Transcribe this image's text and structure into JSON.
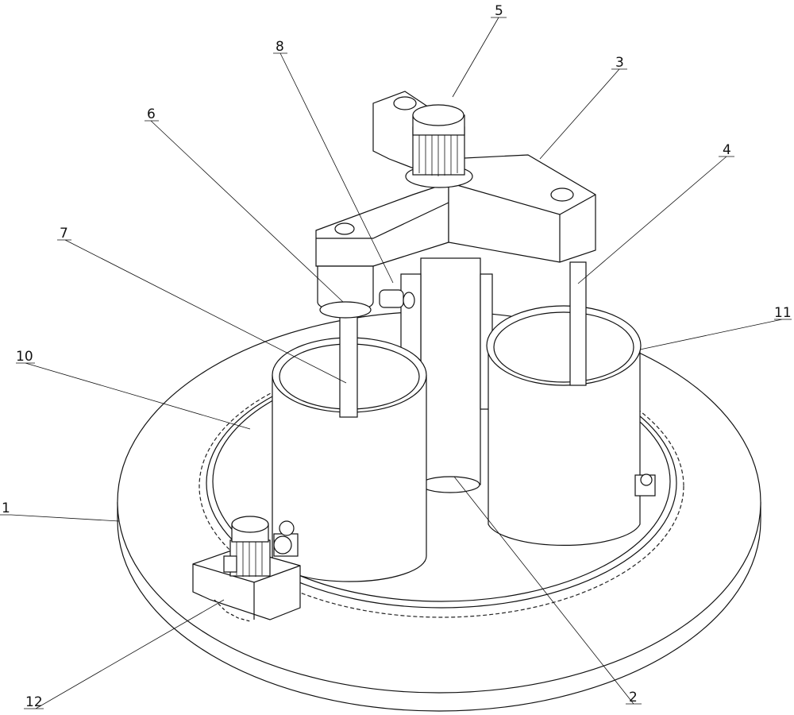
{
  "figure": {
    "callouts": [
      {
        "id": "c1",
        "text": "1"
      },
      {
        "id": "c2",
        "text": "2"
      },
      {
        "id": "c3",
        "text": "3"
      },
      {
        "id": "c4",
        "text": "4"
      },
      {
        "id": "c5",
        "text": "5"
      },
      {
        "id": "c6",
        "text": "6"
      },
      {
        "id": "c7",
        "text": "7"
      },
      {
        "id": "c8",
        "text": "8"
      },
      {
        "id": "c10",
        "text": "10"
      },
      {
        "id": "c11",
        "text": "11"
      },
      {
        "id": "c12",
        "text": "12"
      }
    ]
  }
}
